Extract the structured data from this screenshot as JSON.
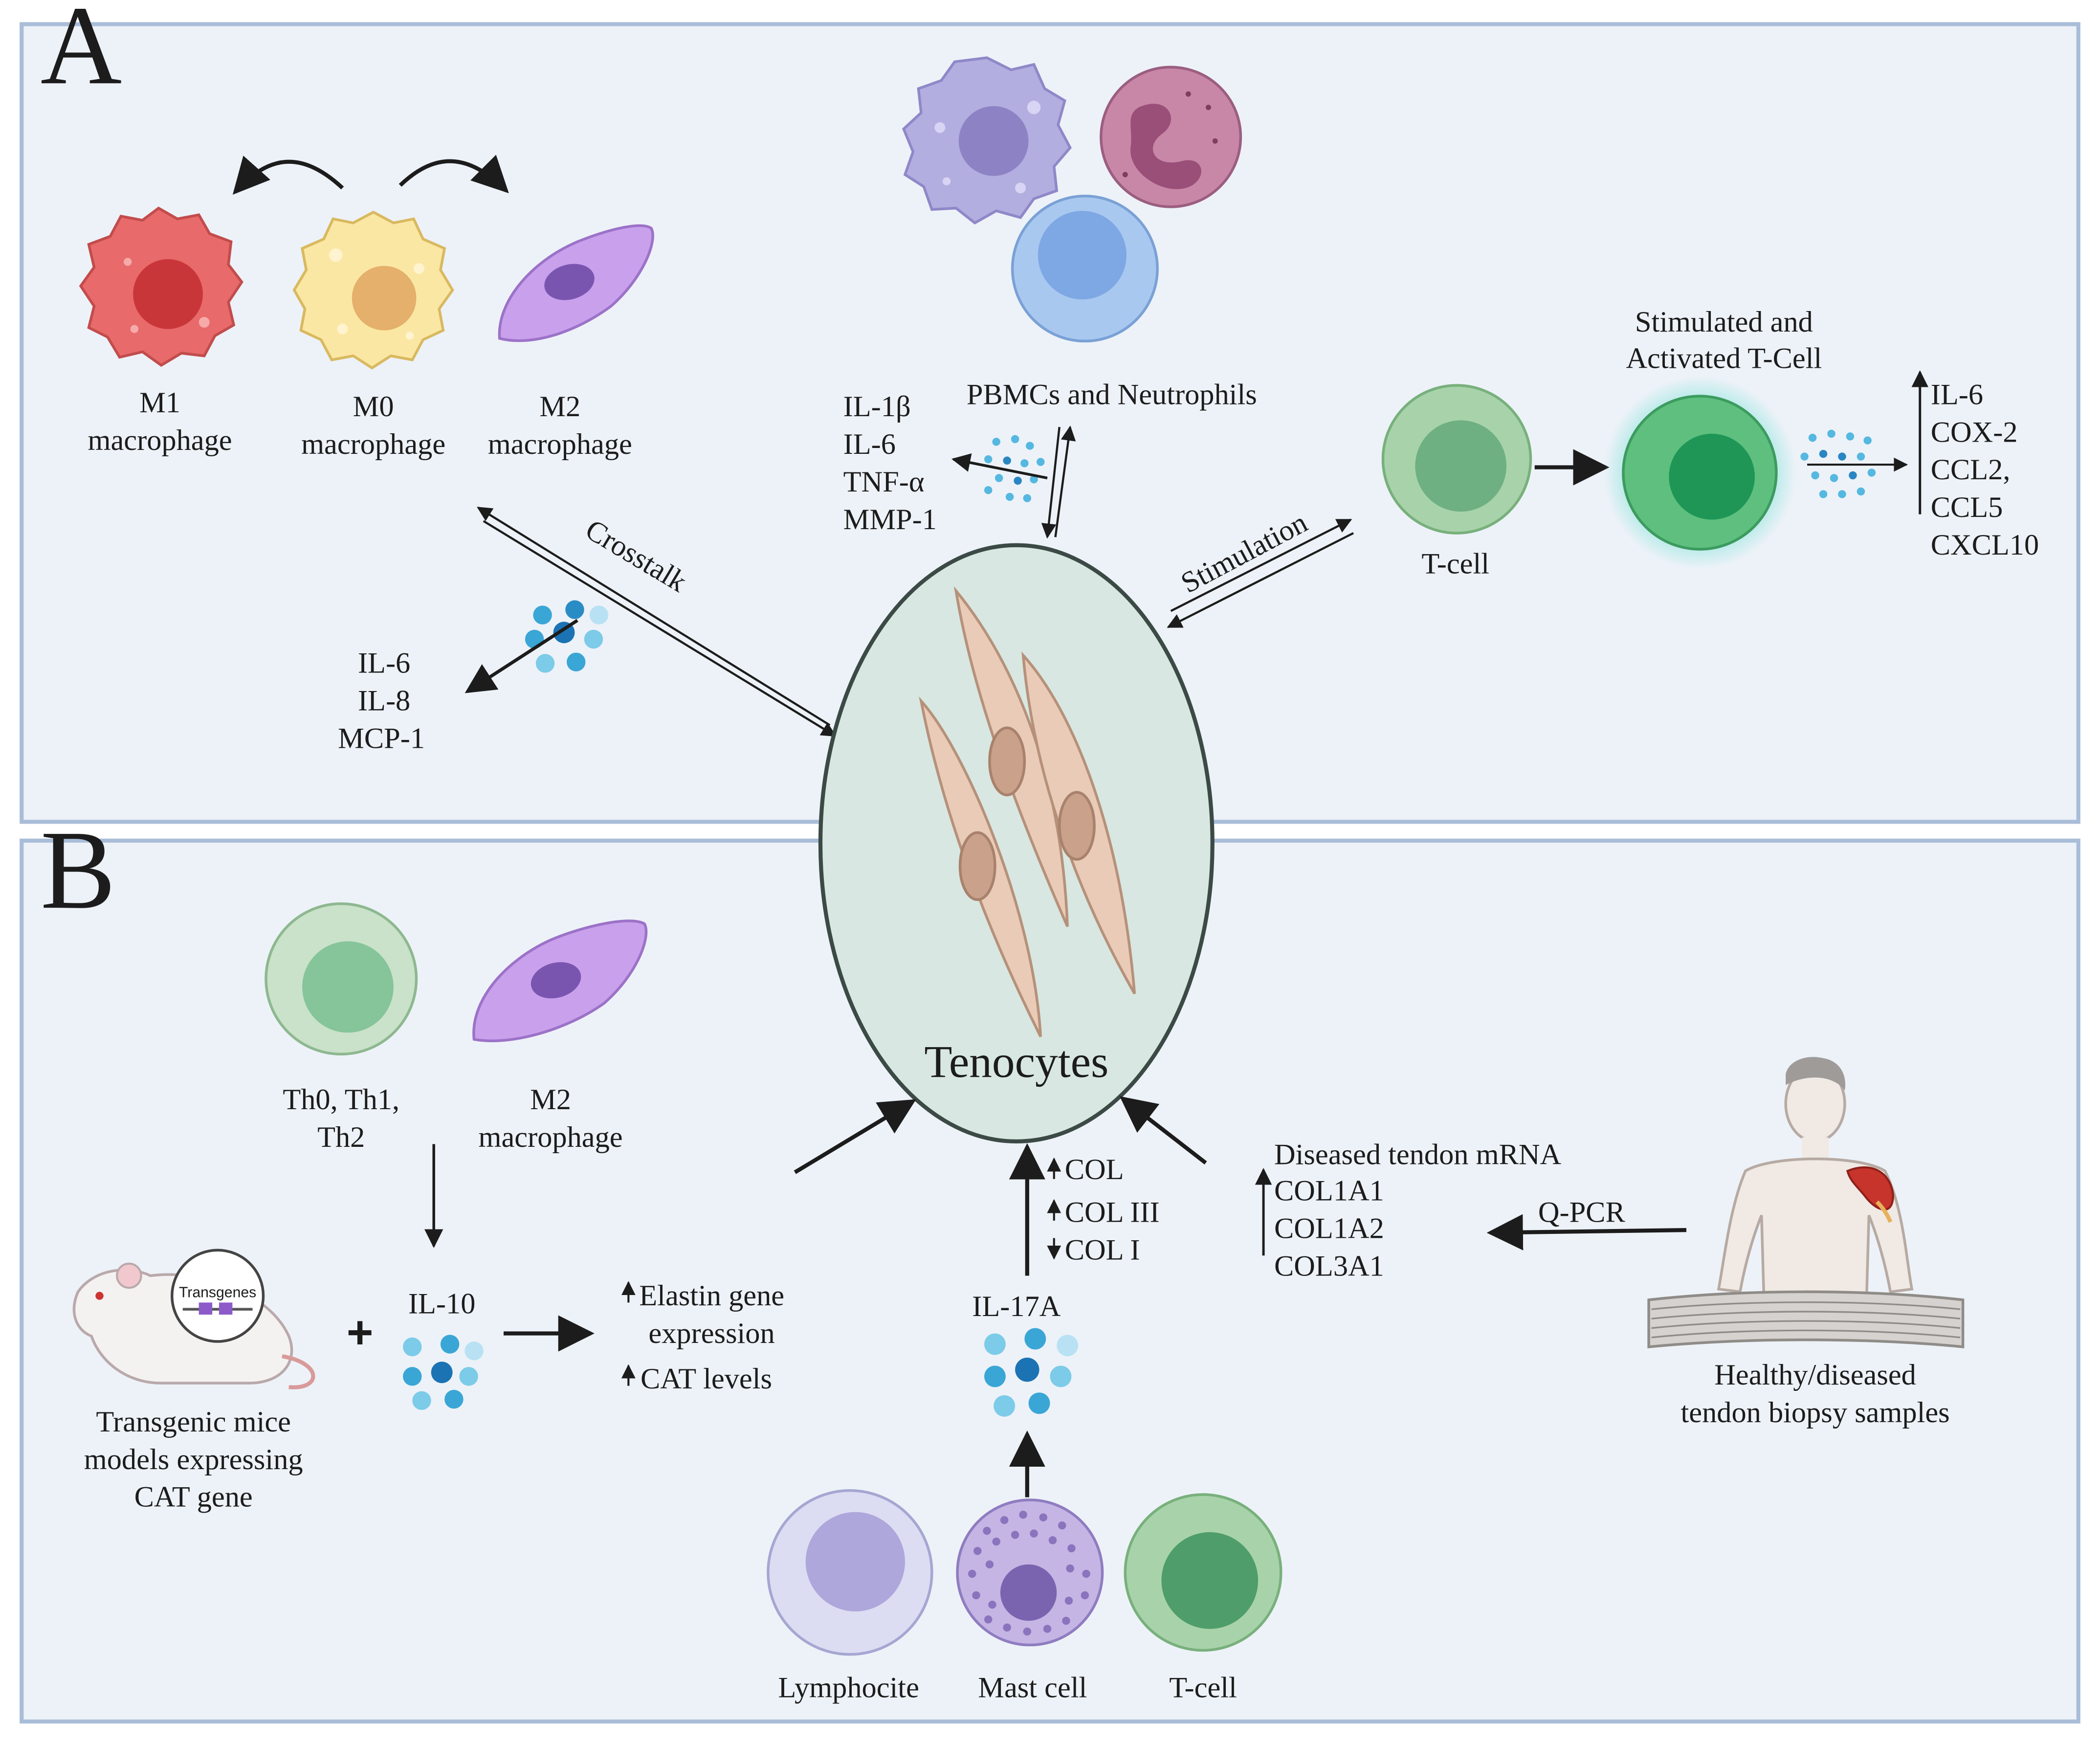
{
  "panel_a": {
    "letter": "A",
    "m1_label": [
      "M1",
      "macrophage"
    ],
    "m0_label": [
      "M0",
      "macrophage"
    ],
    "m2_label": [
      "M2",
      "macrophage"
    ],
    "pbmc_label": "PBMCs and Neutrophils",
    "pbmc_cytokines": [
      "IL-1β",
      "IL-6",
      "TNF-α",
      "MMP-1"
    ],
    "crosstalk_label": "Crosstalk",
    "crosstalk_cytokines": [
      "IL-6",
      "IL-8",
      "MCP-1"
    ],
    "stimulation_label": "Stimulation",
    "tcell_label": "T-cell",
    "activated_label": [
      "Stimulated and",
      "Activated T-Cell"
    ],
    "activated_cytokines": [
      "IL-6",
      "COX-2",
      "CCL2,",
      "CCL5",
      "CXCL10"
    ]
  },
  "center": {
    "tenocytes_label": "Tenocytes"
  },
  "panel_b": {
    "letter": "B",
    "th_label": [
      "Th0, Th1,",
      "Th2"
    ],
    "m2_label": [
      "M2",
      "macrophage"
    ],
    "il10_label": "IL-10",
    "plus_sign": "+",
    "mouse_badge": "Transgenes",
    "mouse_label": [
      "Transgenic mice",
      "models expressing",
      "CAT gene"
    ],
    "elastin_effects": [
      "Elastin gene",
      "expression",
      "CAT levels"
    ],
    "col_effects": [
      "COL",
      "COL III",
      "COL I"
    ],
    "il17a_label": "IL-17A",
    "lymphocyte_label": "Lymphocite",
    "mast_label": "Mast cell",
    "tcell_label": "T-cell",
    "mrna_title": "Diseased tendon mRNA",
    "mrna_genes": [
      "COL1A1",
      "COL1A2",
      "COL3A1"
    ],
    "qpcr_label": "Q-PCR",
    "biopsy_label": [
      "Healthy/diseased",
      "tendon biopsy samples"
    ]
  },
  "colors": {
    "panel_fill": "#edf2f8",
    "panel_border": "#a9bdd8",
    "tenocyte_fill": "#d8e7e2",
    "m1": "#e86a6a",
    "m0": "#fbe7a4",
    "m2": "#c9a0ec",
    "tcell": "#a8d3aa",
    "cytokine": "#3aa6d6"
  }
}
